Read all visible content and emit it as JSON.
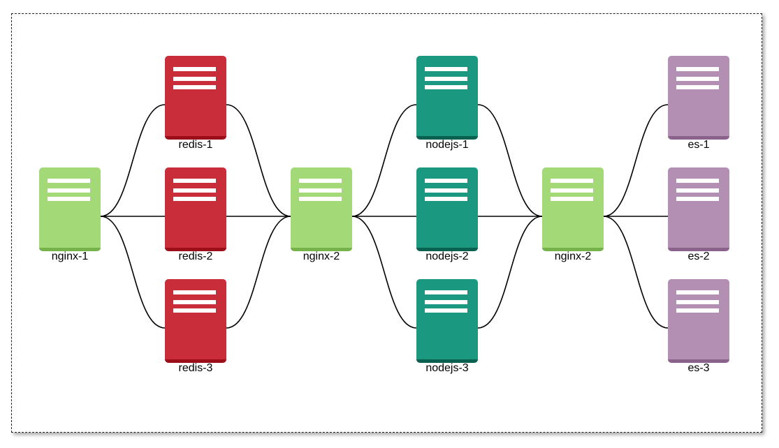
{
  "colors": {
    "nginx": {
      "fill": "#a3d977",
      "edge": "#76b24a"
    },
    "redis": {
      "fill": "#c92d39",
      "edge": "#9c0e1a"
    },
    "nodejs": {
      "fill": "#1a9880",
      "edge": "#0b6150"
    },
    "es": {
      "fill": "#b38fb3",
      "edge": "#8b628b"
    },
    "edge_line": "#000000"
  },
  "icon": "server-icon",
  "nodes": [
    {
      "id": "nginx-1a",
      "label": "nginx-1",
      "kind": "nginx"
    },
    {
      "id": "redis-1",
      "label": "redis-1",
      "kind": "redis"
    },
    {
      "id": "redis-2",
      "label": "redis-2",
      "kind": "redis"
    },
    {
      "id": "redis-3",
      "label": "redis-3",
      "kind": "redis"
    },
    {
      "id": "nginx-2a",
      "label": "nginx-2",
      "kind": "nginx"
    },
    {
      "id": "nodejs-1",
      "label": "nodejs-1",
      "kind": "nodejs"
    },
    {
      "id": "nodejs-2",
      "label": "nodejs-2",
      "kind": "nodejs"
    },
    {
      "id": "nodejs-3",
      "label": "nodejs-3",
      "kind": "nodejs"
    },
    {
      "id": "nginx-2b",
      "label": "nginx-2",
      "kind": "nginx"
    },
    {
      "id": "es-1",
      "label": "es-1",
      "kind": "es"
    },
    {
      "id": "es-2",
      "label": "es-2",
      "kind": "es"
    },
    {
      "id": "es-3",
      "label": "es-3",
      "kind": "es"
    }
  ],
  "edges": [
    {
      "from": "nginx-1a",
      "to": "redis-1"
    },
    {
      "from": "nginx-1a",
      "to": "redis-2"
    },
    {
      "from": "nginx-1a",
      "to": "redis-3"
    },
    {
      "from": "redis-1",
      "to": "nginx-2a"
    },
    {
      "from": "redis-2",
      "to": "nginx-2a"
    },
    {
      "from": "redis-3",
      "to": "nginx-2a"
    },
    {
      "from": "nginx-2a",
      "to": "nodejs-1"
    },
    {
      "from": "nginx-2a",
      "to": "nodejs-2"
    },
    {
      "from": "nginx-2a",
      "to": "nodejs-3"
    },
    {
      "from": "nodejs-1",
      "to": "nginx-2b"
    },
    {
      "from": "nodejs-2",
      "to": "nginx-2b"
    },
    {
      "from": "nodejs-3",
      "to": "nginx-2b"
    },
    {
      "from": "nginx-2b",
      "to": "es-1"
    },
    {
      "from": "nginx-2b",
      "to": "es-2"
    },
    {
      "from": "nginx-2b",
      "to": "es-3"
    }
  ]
}
